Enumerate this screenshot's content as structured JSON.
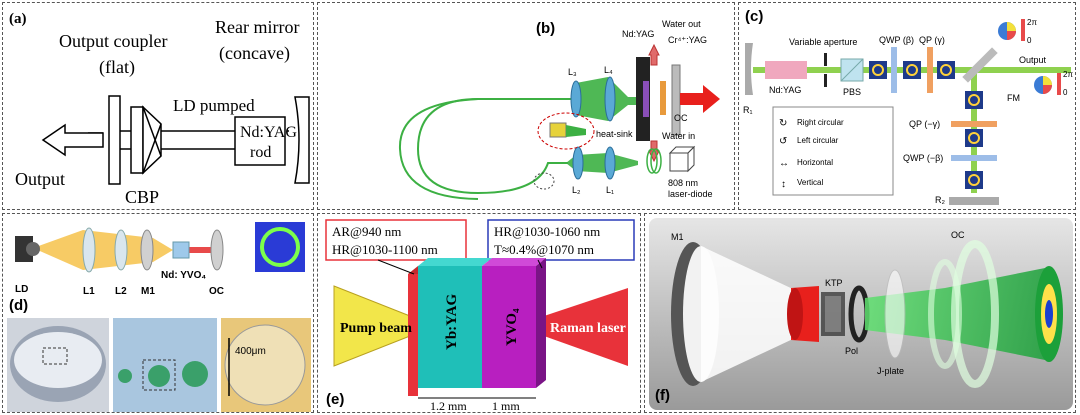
{
  "panels": {
    "a": {
      "label": "(a)",
      "output_coupler": "Output coupler",
      "output_coupler_type": "(flat)",
      "rear_mirror": "Rear mirror",
      "rear_mirror_type": "(concave)",
      "ld_pumped": "LD pumped",
      "rod": "Nd:YAG",
      "rod2": "rod",
      "output": "Output",
      "cbp": "CBP"
    },
    "b": {
      "label": "(b)",
      "ndyag": "Nd:YAG",
      "water_out": "Water out",
      "cr_yag": "Cr⁴⁺:YAG",
      "heat_sink": "heat-sink",
      "water_in": "Water in",
      "oc": "OC",
      "l3": "L₃",
      "l4": "L₄",
      "l2": "L₂",
      "l1": "L₁",
      "diode": "808 nm",
      "diode2": "laser-diode"
    },
    "c": {
      "label": "(c)",
      "variable_aperture": "Variable aperture",
      "qwp_beta": "QWP (β)",
      "qp_gamma": "QP (γ)",
      "output": "Output",
      "ndyag": "Nd:YAG",
      "pbs": "PBS",
      "fm": "FM",
      "r1": "R₁",
      "r2": "R₂",
      "qp_neg": "QP (−γ)",
      "qwp_neg": "QWP (−β)",
      "two_pi_a": "2π",
      "zero_a": "0",
      "two_pi_b": "2π",
      "zero_b": "0",
      "legend": [
        "Right circular",
        "Left circular",
        "Horizontal",
        "Vertical"
      ]
    },
    "d": {
      "label": "(d)",
      "ld": "LD",
      "l1": "L1",
      "l2": "L2",
      "m1": "M1",
      "crystal": "Nd: YVO₄",
      "oc": "OC",
      "scale": "400μm"
    },
    "e": {
      "label": "(e)",
      "ar": "AR@940 nm",
      "hr_left": "HR@1030-1100 nm",
      "hr_right": "HR@1030-1060 nm",
      "t": "T≈0.4%@1070 nm",
      "pump": "Pump beam",
      "ybyag": "Yb:YAG",
      "yvo4": "YVO₄",
      "raman": "Raman laser",
      "len1": "1.2 mm",
      "len2": "1 mm"
    },
    "f": {
      "label": "(f)",
      "m1": "M1",
      "ktp": "KTP",
      "oc": "OC",
      "pol": "Pol",
      "jplate": "J-plate"
    }
  },
  "colors": {
    "green_beam": "#3cb043",
    "red_arrow": "#e8201c",
    "ybyag": "#1fbfb8",
    "yvo4": "#b81fc0",
    "dielectric_red": "#e8323a",
    "pump_yellow": "#f2e64a"
  }
}
